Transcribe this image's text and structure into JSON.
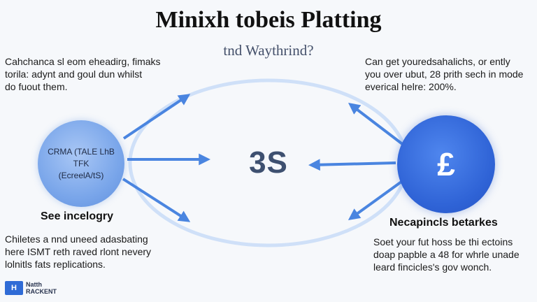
{
  "title": "Minixh tobeis Platting",
  "subtitle": "tnd Waythrind?",
  "top_left_text": [
    "Cahchanca sl eom eheadirg, fimaks",
    "torila: adynt and goul dun whilst",
    "do fuout them."
  ],
  "top_right_text": [
    "Can get youredsahalichs, or ently",
    "you over ubut, 28 prith sech in mode",
    "everical helre: 200%."
  ],
  "left_node": {
    "lines": [
      "CRMA (TALE LhB",
      "TFK",
      "(EcreelA/tS)"
    ],
    "heading": "See incelogry",
    "text": [
      "Chiletes a nnd uneed adasbating",
      "here ISMT reth raved rlont nevery",
      "lolnitls fats replications."
    ]
  },
  "center_label": "3S",
  "right_node": {
    "symbol": "£",
    "heading": "Necapincls betarkes",
    "text": [
      "Soet your fut hoss be thi ectoins",
      "doap papble a 48 for whrle unade",
      "leard fincicles's gov wonch."
    ]
  },
  "logo": {
    "mark": "H",
    "line1": "Natth",
    "line2": "RACKENT"
  },
  "colors": {
    "arrow": "#4a85e0",
    "arc": "#cfe0f8",
    "right_node": "#2f63d6",
    "left_node": "#7aa6ea"
  }
}
